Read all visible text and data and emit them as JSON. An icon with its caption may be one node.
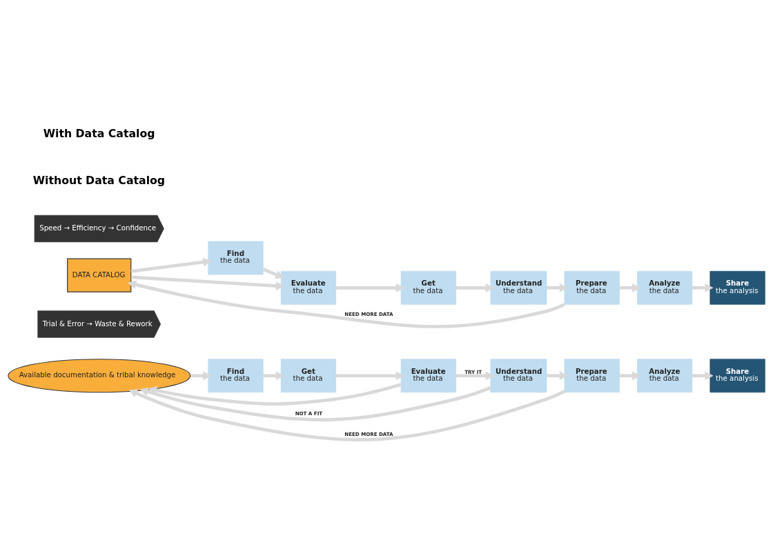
{
  "diagram": {
    "nodes": [
      {
        "text": [
          "Available documentation & tribal knowledge"
        ]
      },
      {
        "text": [
          "Find",
          "the data"
        ]
      },
      {
        "text": [
          "Get",
          "the data"
        ]
      },
      {
        "text": [
          "Evaluate",
          "the data"
        ]
      },
      {
        "text": [
          "Understand",
          "the data"
        ]
      },
      {
        "text": [
          "Prepare",
          "the data"
        ]
      },
      {
        "text": [
          "Analyze",
          "the data"
        ]
      },
      {
        "text": [
          "Share",
          "the analysis"
        ]
      },
      {
        "text": [
          "Trial & Error → Waste & Rework"
        ]
      },
      {
        "text": [
          "DATA CATALOG"
        ]
      },
      {
        "text": [
          "Find",
          "the data"
        ]
      },
      {
        "text": [
          "Evaluate",
          "the data"
        ]
      },
      {
        "text": [
          "Get",
          "the data"
        ]
      },
      {
        "text": [
          "Understand",
          "the data"
        ]
      },
      {
        "text": [
          "Prepare",
          "the data"
        ]
      },
      {
        "text": [
          "Analyze",
          "the data"
        ]
      },
      {
        "text": [
          "Share",
          "the analysis"
        ]
      },
      {
        "text": [
          "Speed → Efficiency → Confidence"
        ]
      }
    ],
    "edges": [
      {
        "from": 0,
        "to": 1,
        "arrow": "to"
      },
      {
        "from": 1,
        "to": 2,
        "arrow": "to"
      },
      {
        "from": 2,
        "to": 3,
        "arrow": "to"
      },
      {
        "from": 3,
        "to": 4,
        "arrow": "to",
        "label": "TRY IT"
      },
      {
        "from": 4,
        "to": 5,
        "arrow": "to"
      },
      {
        "from": 5,
        "to": 6,
        "arrow": "to"
      },
      {
        "from": 6,
        "to": 7,
        "arrow": "to"
      },
      {
        "from": 5,
        "to": 0,
        "arrow": "to",
        "label": "NEED MORE DATA"
      },
      {
        "from": 4,
        "to": 0,
        "arrow": "to",
        "label": "NOT A FIT"
      },
      {
        "from": 3,
        "to": 0,
        "arrow": "to"
      },
      {
        "from": 9,
        "to": 10,
        "arrow": "to"
      },
      {
        "from": 9,
        "to": 11,
        "arrow": "to"
      },
      {
        "from": 10,
        "to": 11,
        "arrow": "to"
      },
      {
        "from": 11,
        "to": 12,
        "arrow": "to"
      },
      {
        "from": 12,
        "to": 13,
        "arrow": "to"
      },
      {
        "from": 13,
        "to": 14,
        "arrow": "to"
      },
      {
        "from": 14,
        "to": 15,
        "arrow": "to"
      },
      {
        "from": 15,
        "to": 16,
        "arrow": "to"
      },
      {
        "from": 14,
        "to": 9,
        "arrow": "to",
        "label": "NEED MORE DATA"
      }
    ],
    "labels": [
      "Without Data Catalog",
      "With Data Catalog"
    ]
  }
}
